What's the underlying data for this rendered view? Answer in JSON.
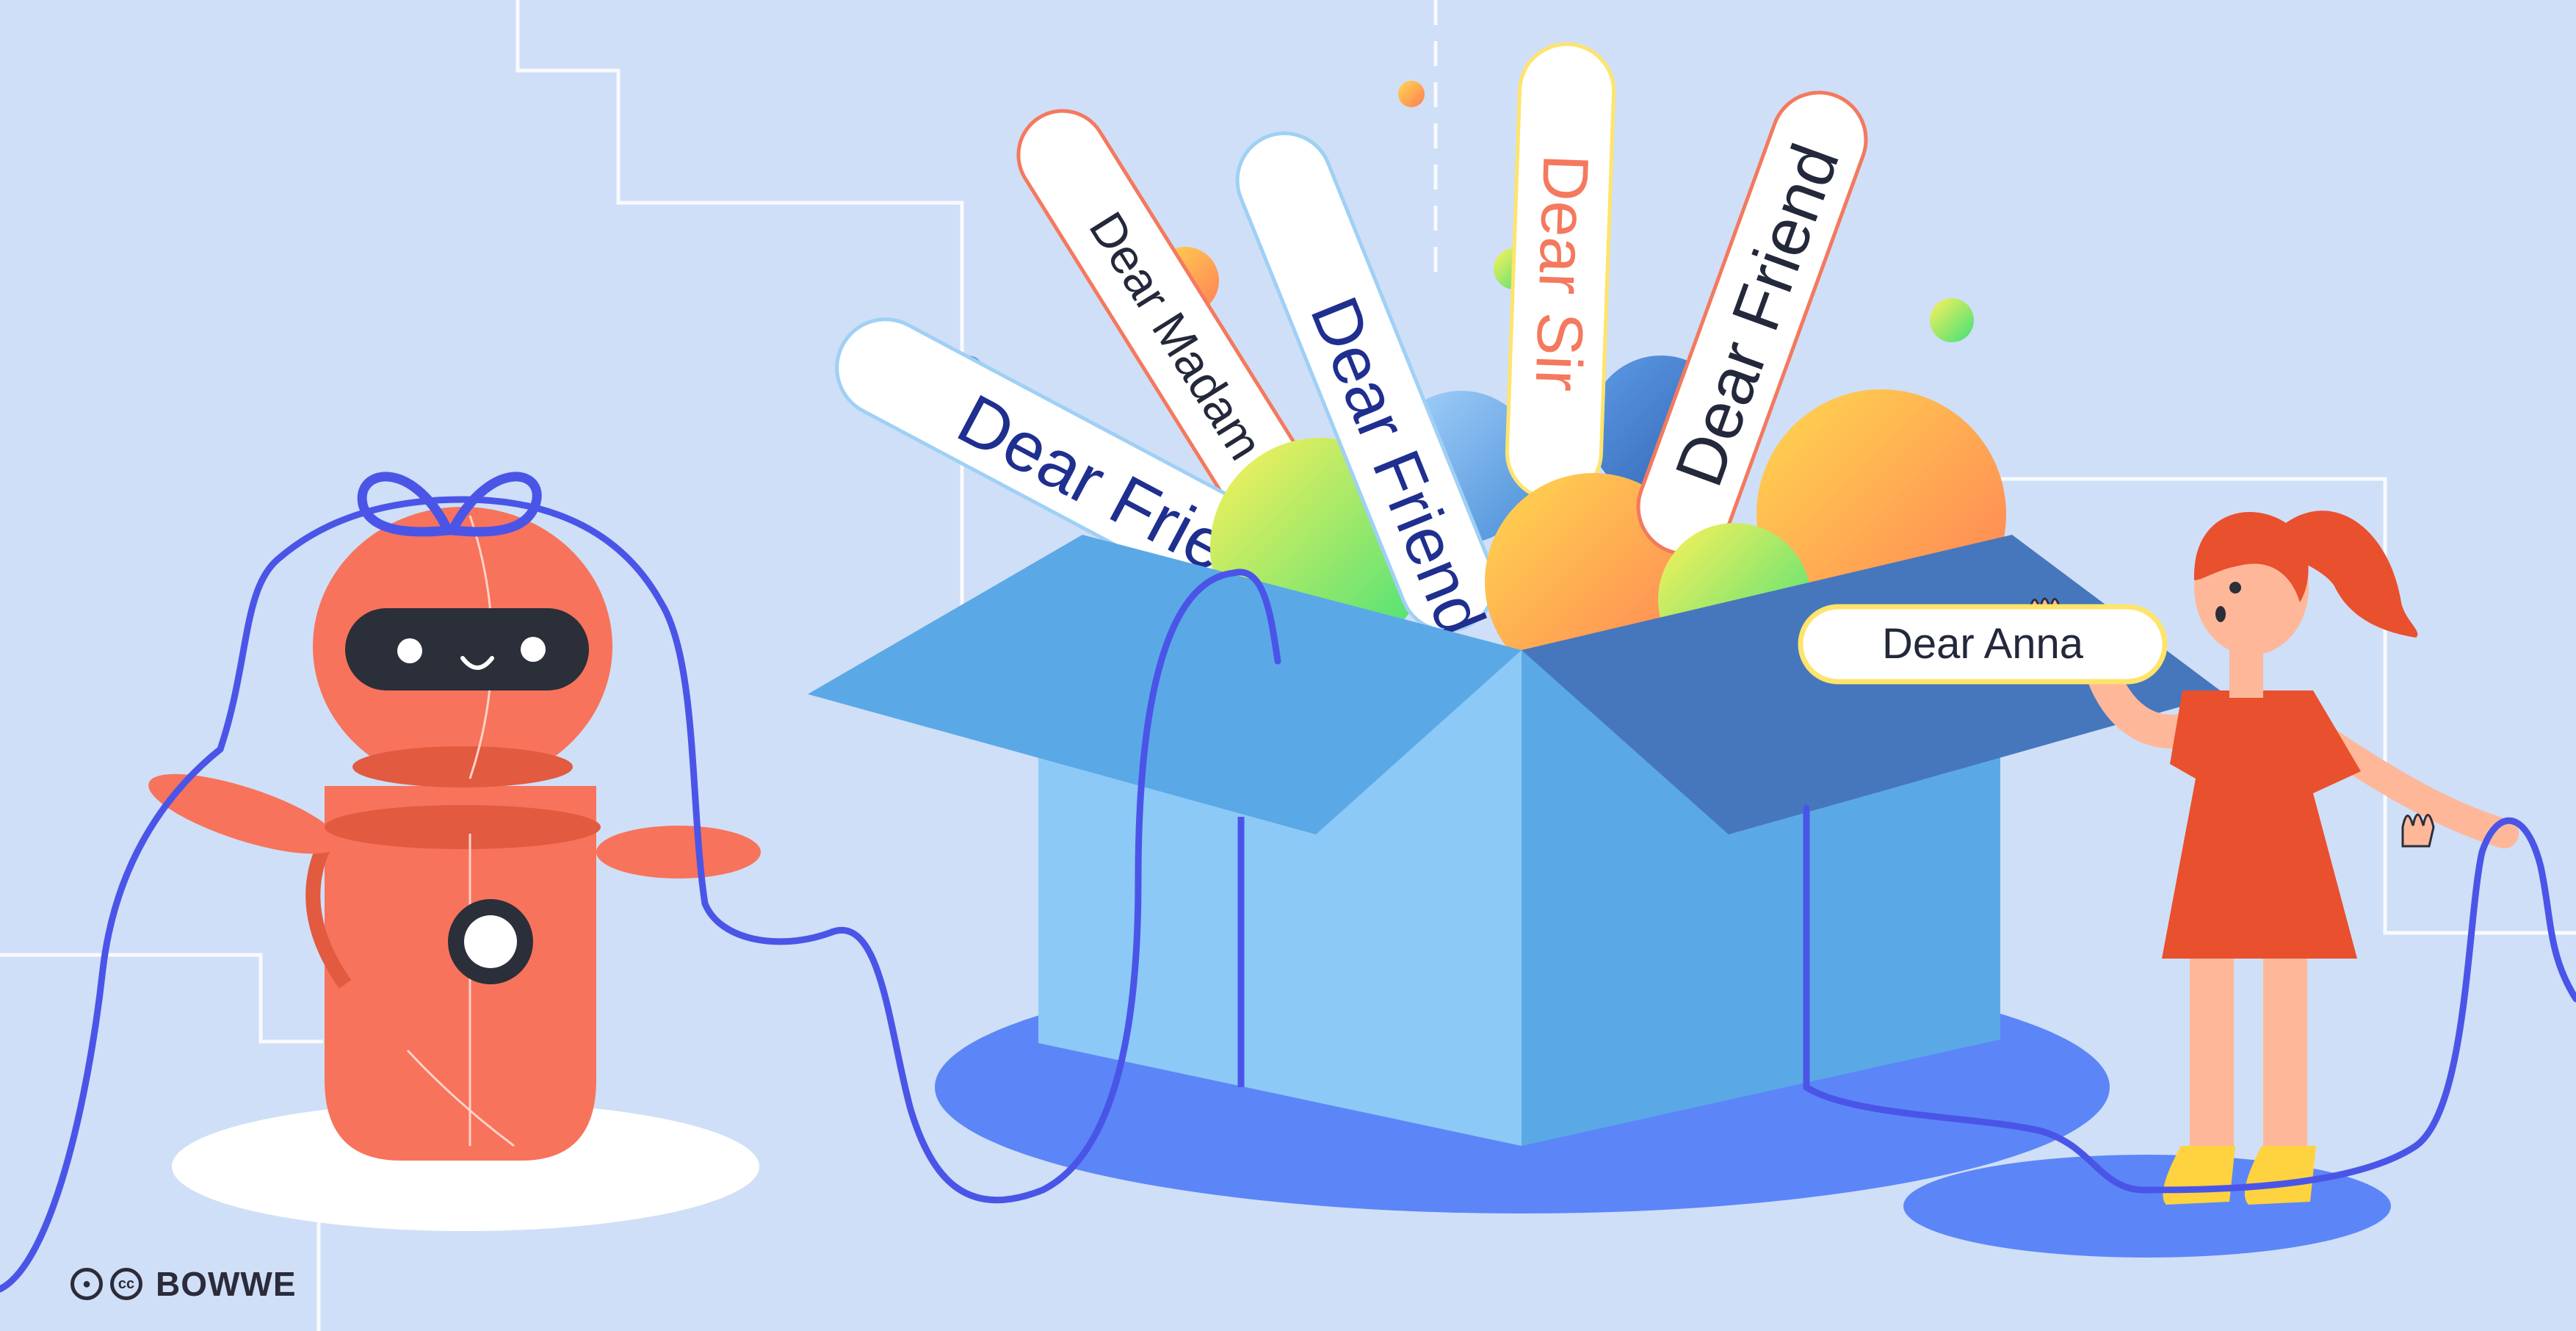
{
  "labels": {
    "madam": "Dear Madam",
    "friend_left": "Dear Friend",
    "friend_middle": "Dear Friend",
    "sir": "Dear Sir",
    "friend_right": "Dear Friend",
    "anna": "Dear Anna"
  },
  "credit": {
    "brand": "BOWWE",
    "by_icon": "by-icon",
    "cc_icon": "cc-icon"
  },
  "colors": {
    "background": "#cfdff7",
    "robot": "#f7735b",
    "box_front": "#8cc9f7",
    "box_side": "#5aa9e6",
    "box_lid_dark": "#4677bd",
    "cable": "#4a55e8",
    "text_navy": "#1f2f8f",
    "text_salmon": "#f4795e"
  }
}
